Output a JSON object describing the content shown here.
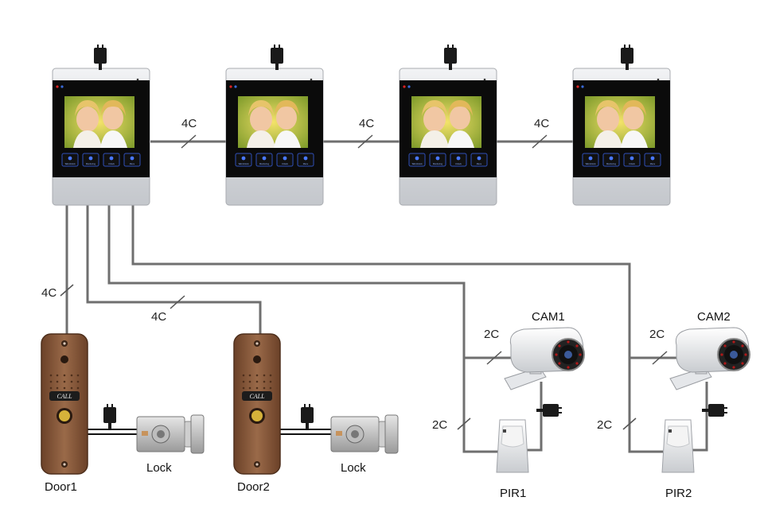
{
  "monitors": {
    "buttons": [
      "Talk/Unlock",
      "Monitoring",
      "Unlock",
      "Menu"
    ]
  },
  "wiring": {
    "monitor_link": "4C",
    "door1_link": "4C",
    "door2_link": "4C",
    "cam1_link": "2C",
    "pir1_link": "2C",
    "cam2_link": "2C",
    "pir2_link": "2C"
  },
  "devices": {
    "door1": "Door1",
    "door2": "Door2",
    "lock1": "Lock",
    "lock2": "Lock",
    "cam1": "CAM1",
    "cam2": "CAM2",
    "pir1": "PIR1",
    "pir2": "PIR2",
    "call_label": "CALL"
  },
  "colors": {
    "wire": "#6f6f6f",
    "door_panel": "#8a5a3c",
    "monitor_frame": "#d6d8dc",
    "screen": "#0b0b0b"
  }
}
